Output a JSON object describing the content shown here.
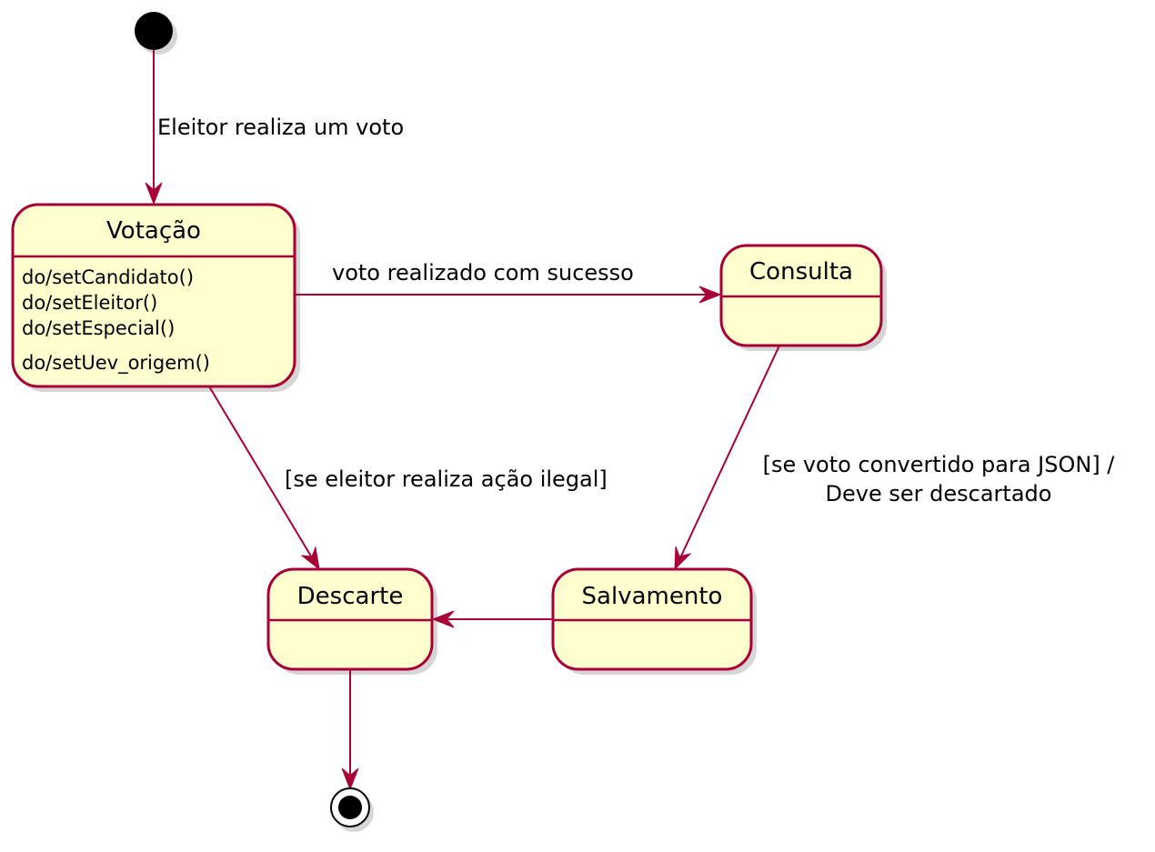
{
  "colors": {
    "state_fill": "#FEFECE",
    "state_border": "#A80036",
    "edge": "#A80036",
    "initial_node": "#000000"
  },
  "states": {
    "votacao": {
      "title": "Votação",
      "actions": [
        "do/setCandidato()",
        "do/setEleitor()",
        "do/setEspecial()",
        "do/setUev_origem()"
      ]
    },
    "consulta": {
      "title": "Consulta"
    },
    "descarte": {
      "title": "Descarte"
    },
    "salvamento": {
      "title": "Salvamento"
    }
  },
  "transitions": {
    "start_to_votacao": "Eleitor realiza um voto",
    "votacao_to_consulta": "voto realizado com sucesso",
    "votacao_to_descarte": "[se eleitor realiza ação ilegal]",
    "consulta_to_salvamento": [
      "[se voto convertido para JSON] /",
      "Deve ser descartado"
    ],
    "salvamento_to_descarte": "",
    "descarte_to_end": ""
  }
}
